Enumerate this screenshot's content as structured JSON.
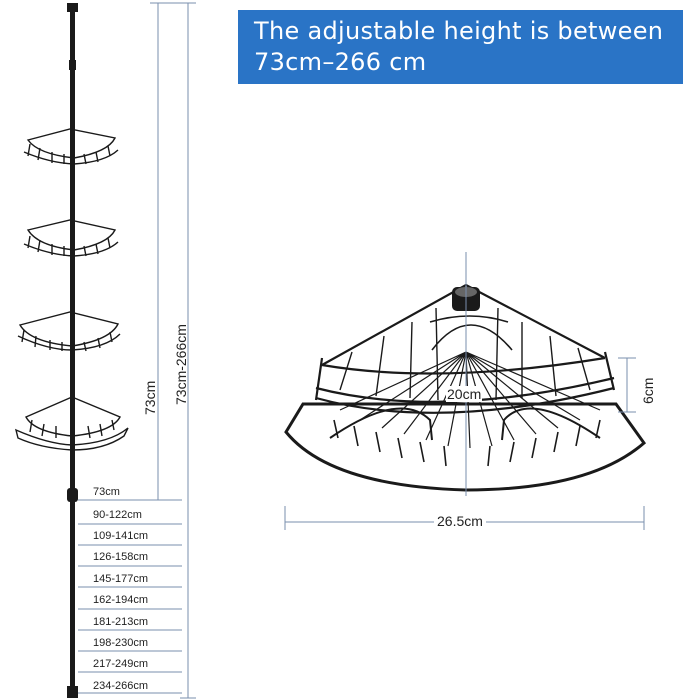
{
  "header": {
    "line1": "The adjustable height is between",
    "line2": "73cm–266 cm"
  },
  "pole": {
    "min_height_label": "73cm",
    "range_label": "73cm-266cm",
    "steps": [
      "73cm",
      "90-122cm",
      "109-141cm",
      "126-158cm",
      "145-177cm",
      "162-194cm",
      "181-213cm",
      "198-230cm",
      "217-249cm",
      "234-266cm"
    ]
  },
  "basket": {
    "depth_label": "20cm",
    "height_label": "6cm",
    "width_label": "26.5cm"
  },
  "colors": {
    "banner_bg": "#2a74c6",
    "banner_text": "#ffffff",
    "dimension_line": "#7a8fae",
    "metal": "#1a1a1a"
  }
}
